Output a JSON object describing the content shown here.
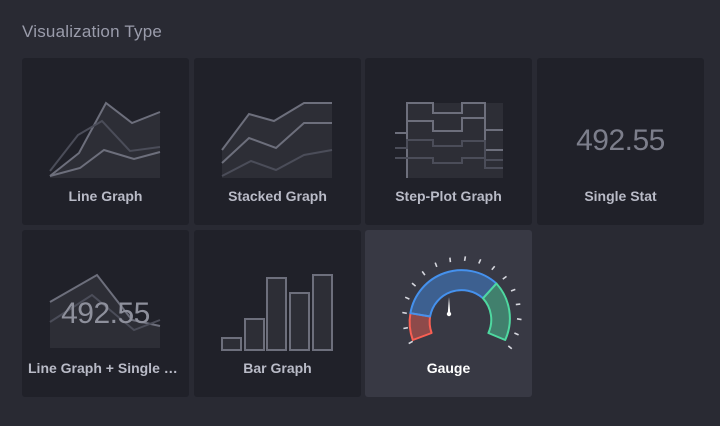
{
  "header": {
    "title": "Visualization Type"
  },
  "tiles": [
    {
      "label": "Line Graph",
      "icon": "line-graph-icon"
    },
    {
      "label": "Stacked Graph",
      "icon": "stacked-graph-icon"
    },
    {
      "label": "Step-Plot Graph",
      "icon": "step-plot-graph-icon"
    },
    {
      "label": "Single Stat",
      "icon": "single-stat-icon",
      "stat": "492.55"
    },
    {
      "label": "Line Graph + Single S...",
      "icon": "line-graph-single-stat-icon",
      "stat": "492.55"
    },
    {
      "label": "Bar Graph",
      "icon": "bar-graph-icon"
    },
    {
      "label": "Gauge",
      "icon": "gauge-icon",
      "selected": true
    }
  ],
  "colors": {
    "background": "#292a33",
    "tile": "#202129",
    "tile_selected": "#383944",
    "gauge_blue": "#4591ed",
    "gauge_green": "#4ed8a0",
    "gauge_red": "#f95f53"
  }
}
